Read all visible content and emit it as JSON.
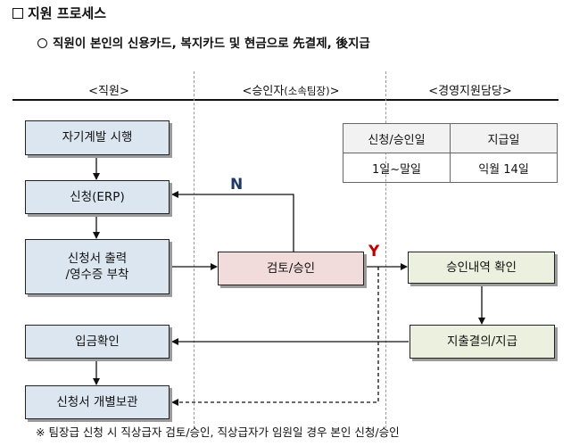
{
  "title": "지원 프로세스",
  "subtitle": "직원이 본인의 신용카드, 복지카드 및 현금으로 先결제, 後지급",
  "lanes": {
    "employee": "<직원>",
    "approver": "<승인자",
    "approver_note": "(소속팀장)",
    "approver_close": ">",
    "management": "<경영지원담당>"
  },
  "boxes": {
    "self_dev": "자기계발 시행",
    "apply_erp": "신청(ERP)",
    "print_line1": "신청서 출력",
    "print_line2": "/영수증 부착",
    "review": "검토/승인",
    "confirm": "승인내역 확인",
    "deposit": "입금확인",
    "payment": "지출결의/지급",
    "archive": "신청서 개별보관"
  },
  "schedule": {
    "headers": [
      "신청/승인일",
      "지급일"
    ],
    "values": [
      "1일~말일",
      "익월 14일"
    ]
  },
  "labels": {
    "no": "N",
    "yes": "Y"
  },
  "footnote": "※ 팀장급 신청 시 직상급자 검토/승인, 직상급자가 임원일 경우 본인 신청/승인",
  "colors": {
    "employee_box": "#dce6f1",
    "review_box": "#f2dcdb",
    "management_box": "#ebf1de",
    "no_label": "#1f3864",
    "yes_label": "#c00000"
  }
}
